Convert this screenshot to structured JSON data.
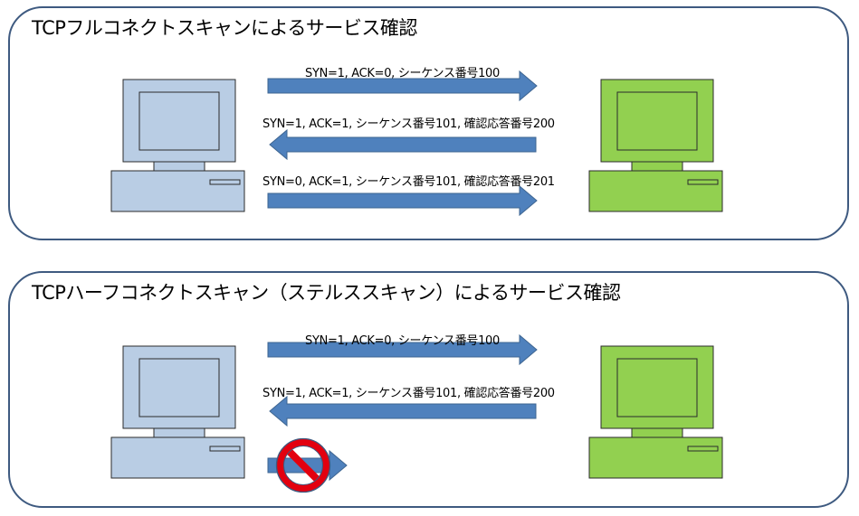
{
  "full_scan": {
    "title": "TCPフルコネクトスキャンによるサービス確認",
    "packets": [
      {
        "label": "SYN=1, ACK=0, シーケンス番号100",
        "direction": "right"
      },
      {
        "label": "SYN=1, ACK=1, シーケンス番号101, 確認応答番号200",
        "direction": "left"
      },
      {
        "label": "SYN=0, ACK=1, シーケンス番号101, 確認応答番号201",
        "direction": "right"
      }
    ]
  },
  "half_scan": {
    "title": "TCPハーフコネクトスキャン（ステルススキャン）によるサービス確認",
    "packets": [
      {
        "label": "SYN=1, ACK=0, シーケンス番号100",
        "direction": "right"
      },
      {
        "label": "SYN=1, ACK=1, シーケンス番号101, 確認応答番号200",
        "direction": "left"
      },
      {
        "label": "",
        "direction": "right",
        "blocked": true
      }
    ]
  },
  "colors": {
    "client": "#b9cde4",
    "server": "#92d050",
    "arrow": "#4f81bd",
    "border": "#3e5a80",
    "prohibit": "#e3000f"
  },
  "icons": [
    "client-computer-icon",
    "server-computer-icon",
    "prohibited-icon"
  ]
}
